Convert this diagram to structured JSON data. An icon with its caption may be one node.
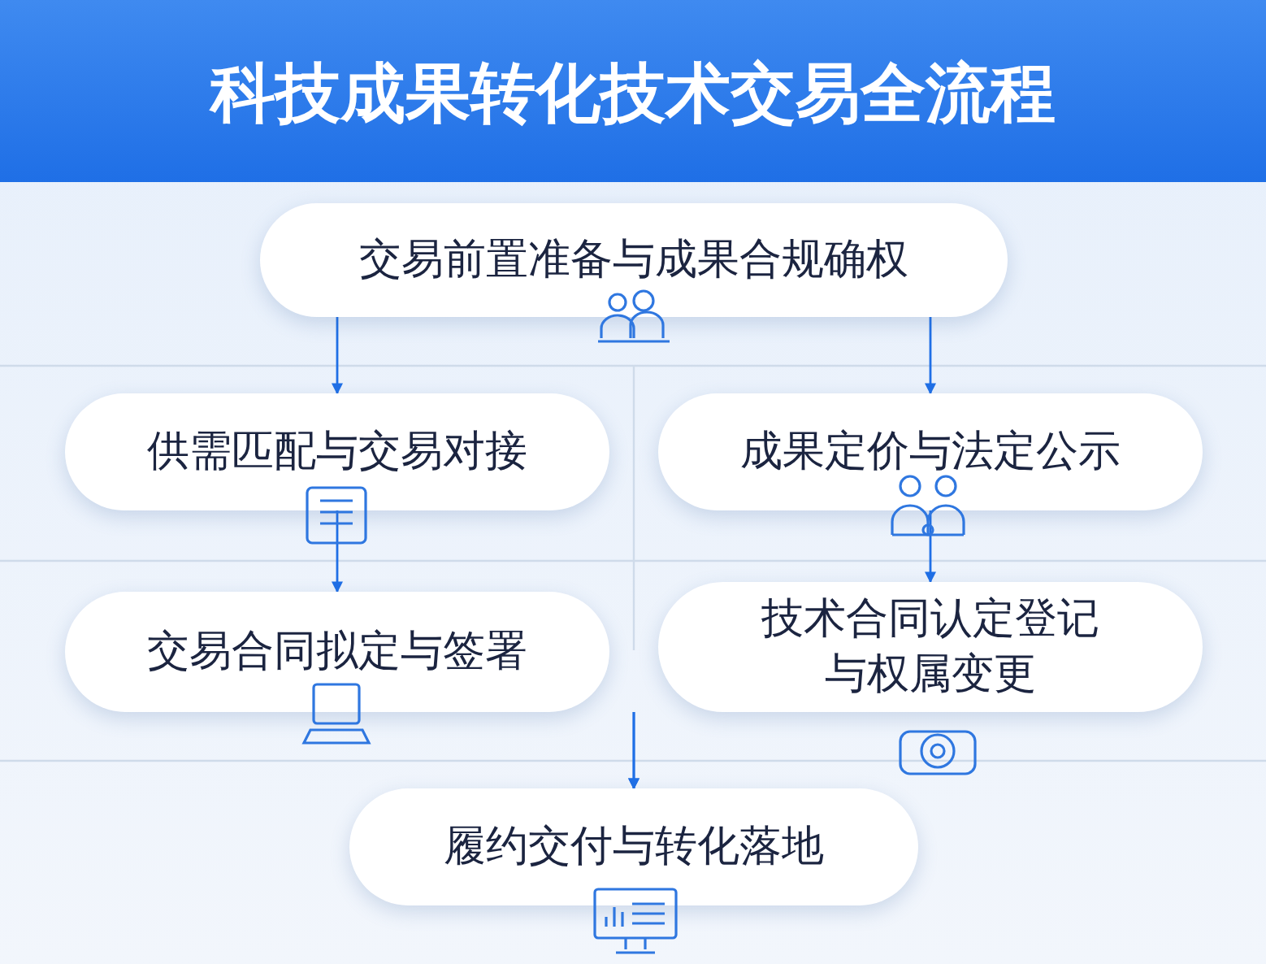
{
  "diagram": {
    "title": "科技成果转化技术交易全流程",
    "nodes": [
      {
        "text": [
          "交易前置准备与成果合规确权"
        ]
      },
      {
        "text": [
          "供需匹配与交易对接"
        ]
      },
      {
        "text": [
          "成果定价与法定公示"
        ]
      },
      {
        "text": [
          "交易合同拟定与签署"
        ]
      },
      {
        "text": [
          "技术合同认定登记与权属变更"
        ]
      },
      {
        "text": [
          "履约交付与转化落地"
        ]
      }
    ],
    "edges": [
      {
        "from": 0,
        "to": 1,
        "arrow": "to"
      },
      {
        "from": 0,
        "to": 2,
        "arrow": "to"
      },
      {
        "from": 1,
        "to": 3,
        "arrow": "to"
      },
      {
        "from": 2,
        "to": 4,
        "arrow": "to"
      },
      {
        "from": 3,
        "to": 5,
        "arrow": "to"
      },
      {
        "from": 4,
        "to": 5,
        "arrow": "to"
      }
    ]
  }
}
